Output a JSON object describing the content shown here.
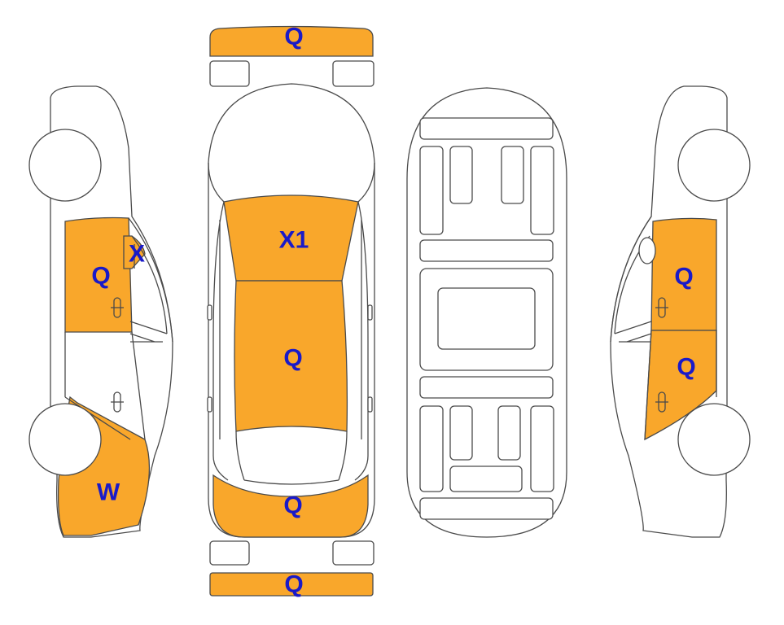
{
  "colors": {
    "damage_fill": "#F9A72B",
    "label_color": "#1A1AC8",
    "outline": "#4a4a4a",
    "background": "#ffffff"
  },
  "views": {
    "left_side": {
      "name": "left side view"
    },
    "top": {
      "name": "top view"
    },
    "underside": {
      "name": "underside view"
    },
    "right_side": {
      "name": "right side view"
    }
  },
  "marks": {
    "front_bumper": "Q",
    "left_front_door": "Q",
    "left_a_pillar": "X",
    "left_rear_quarter": "W",
    "windshield": "X1",
    "roof": "Q",
    "trunk_lid": "Q",
    "rear_bumper": "Q",
    "right_front_door": "Q",
    "right_rear_door": "Q"
  }
}
